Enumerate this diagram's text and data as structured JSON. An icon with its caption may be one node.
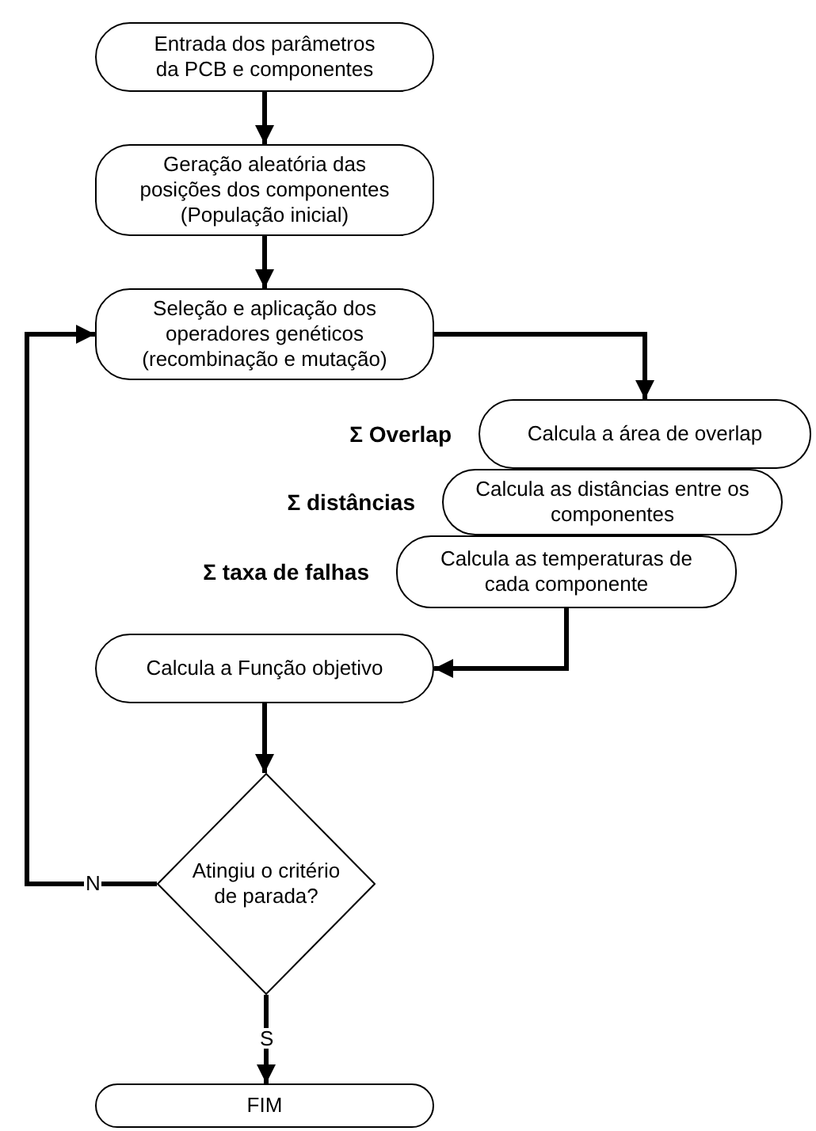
{
  "diagram": {
    "nodes": [
      {
        "text": [
          "Entrada dos parâmetros da PCB e componentes"
        ]
      },
      {
        "text": [
          "Geração aleatória das posições dos componentes (População inicial)"
        ]
      },
      {
        "text": [
          "Seleção  e aplicação dos operadores genéticos (recombinação e mutação)"
        ]
      },
      {
        "text": [
          "Calcula a área de overlap"
        ],
        "beside": [
          "Σ Overlap"
        ]
      },
      {
        "text": [
          "Calcula as distâncias entre os componentes"
        ],
        "beside": [
          "Σ distâncias"
        ]
      },
      {
        "text": [
          "Calcula as temperaturas de cada componente"
        ],
        "beside": [
          "Σ taxa de falhas"
        ]
      },
      {
        "text": [
          "Calcula a Função objetivo"
        ]
      },
      {
        "text": [
          "Atingiu o critério de parada?"
        ]
      },
      {
        "text": [
          "FIM"
        ]
      }
    ],
    "edges": [
      {
        "from": 0,
        "to": 1,
        "arrow": "to"
      },
      {
        "from": 1,
        "to": 2,
        "arrow": "to"
      },
      {
        "from": 2,
        "to": 3,
        "arrow": "to"
      },
      {
        "from": 5,
        "to": 6,
        "arrow": "to"
      },
      {
        "from": 6,
        "to": 7,
        "arrow": "to"
      },
      {
        "from": 7,
        "to": 2,
        "arrow": "to",
        "label": "N"
      },
      {
        "from": 7,
        "to": 8,
        "arrow": "to",
        "label": "S"
      }
    ]
  }
}
